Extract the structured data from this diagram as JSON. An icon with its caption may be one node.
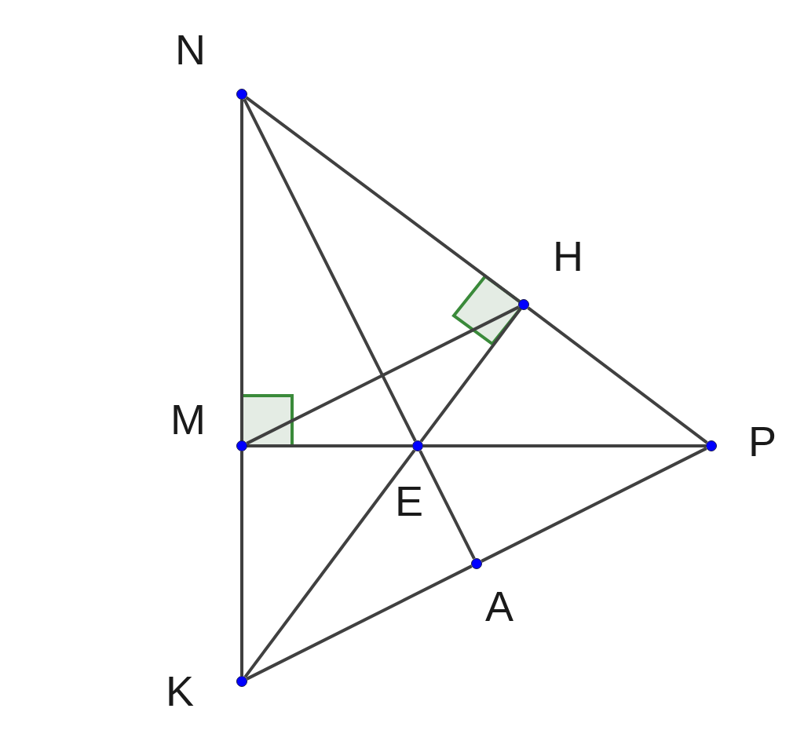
{
  "diagram": {
    "nodes": [
      {
        "text": [
          "N"
        ]
      },
      {
        "text": [
          "H"
        ]
      },
      {
        "text": [
          "M"
        ]
      },
      {
        "text": [
          "E"
        ]
      },
      {
        "text": [
          "P"
        ]
      },
      {
        "text": [
          "A"
        ]
      },
      {
        "text": [
          "K"
        ]
      }
    ],
    "edges": [
      {
        "from": 0,
        "to": 2,
        "arrow": "none"
      },
      {
        "from": 2,
        "to": 6,
        "arrow": "none"
      },
      {
        "from": 0,
        "to": 1,
        "arrow": "none"
      },
      {
        "from": 1,
        "to": 4,
        "arrow": "none"
      },
      {
        "from": 0,
        "to": 3,
        "arrow": "none"
      },
      {
        "from": 3,
        "to": 5,
        "arrow": "none"
      },
      {
        "from": 2,
        "to": 1,
        "arrow": "none"
      },
      {
        "from": 6,
        "to": 3,
        "arrow": "none"
      },
      {
        "from": 3,
        "to": 1,
        "arrow": "none"
      },
      {
        "from": 2,
        "to": 3,
        "arrow": "none"
      },
      {
        "from": 3,
        "to": 4,
        "arrow": "none"
      },
      {
        "from": 6,
        "to": 5,
        "arrow": "none"
      },
      {
        "from": 5,
        "to": 4,
        "arrow": "none"
      }
    ]
  }
}
